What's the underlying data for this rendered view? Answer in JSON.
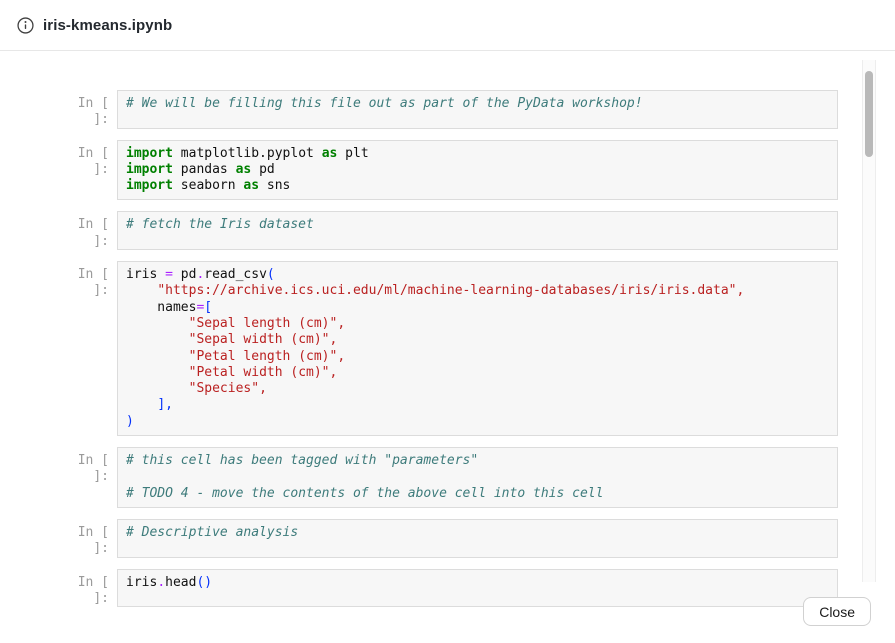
{
  "header": {
    "title": "iris-kmeans.ipynb",
    "icon": "info-icon"
  },
  "footer": {
    "close_label": "Close"
  },
  "colors": {
    "keyword": "#008000",
    "string": "#BA2121",
    "comment": "#3D7B7B",
    "operator": "#AA22FF",
    "bracket": "#0431FA",
    "plain": "#111111",
    "prompt": "#9B9B9B",
    "cell_bg": "#F7F7F7",
    "cell_border": "#DCDCDC"
  },
  "notebook": {
    "prompt": "In [ ]:",
    "cells": [
      {
        "lines": [
          [
            {
              "c": "c",
              "t": "# We will be filling this file out as part of the PyData workshop!"
            }
          ]
        ]
      },
      {
        "lines": [
          [
            {
              "c": "k",
              "t": "import"
            },
            {
              "c": "p",
              "t": " matplotlib.pyplot "
            },
            {
              "c": "k",
              "t": "as"
            },
            {
              "c": "p",
              "t": " plt"
            }
          ],
          [
            {
              "c": "k",
              "t": "import"
            },
            {
              "c": "p",
              "t": " pandas "
            },
            {
              "c": "k",
              "t": "as"
            },
            {
              "c": "p",
              "t": " pd"
            }
          ],
          [
            {
              "c": "k",
              "t": "import"
            },
            {
              "c": "p",
              "t": " seaborn "
            },
            {
              "c": "k",
              "t": "as"
            },
            {
              "c": "p",
              "t": " sns"
            }
          ]
        ]
      },
      {
        "lines": [
          [
            {
              "c": "c",
              "t": "# fetch the Iris dataset"
            }
          ]
        ]
      },
      {
        "lines": [
          [
            {
              "c": "p",
              "t": "iris "
            },
            {
              "c": "o",
              "t": "="
            },
            {
              "c": "p",
              "t": " pd"
            },
            {
              "c": "o",
              "t": "."
            },
            {
              "c": "p",
              "t": "read_csv"
            },
            {
              "c": "b",
              "t": "("
            }
          ],
          [
            {
              "c": "p",
              "t": "    "
            },
            {
              "c": "s",
              "t": "\"https://archive.ics.uci.edu/ml/machine-learning-databases/iris/iris.data\","
            }
          ],
          [
            {
              "c": "p",
              "t": "    names"
            },
            {
              "c": "o",
              "t": "="
            },
            {
              "c": "b",
              "t": "["
            }
          ],
          [
            {
              "c": "p",
              "t": "        "
            },
            {
              "c": "s",
              "t": "\"Sepal length (cm)\","
            }
          ],
          [
            {
              "c": "p",
              "t": "        "
            },
            {
              "c": "s",
              "t": "\"Sepal width (cm)\","
            }
          ],
          [
            {
              "c": "p",
              "t": "        "
            },
            {
              "c": "s",
              "t": "\"Petal length (cm)\","
            }
          ],
          [
            {
              "c": "p",
              "t": "        "
            },
            {
              "c": "s",
              "t": "\"Petal width (cm)\","
            }
          ],
          [
            {
              "c": "p",
              "t": "        "
            },
            {
              "c": "s",
              "t": "\"Species\","
            }
          ],
          [
            {
              "c": "p",
              "t": "    "
            },
            {
              "c": "b",
              "t": "],"
            }
          ],
          [
            {
              "c": "b",
              "t": ")"
            }
          ]
        ]
      },
      {
        "lines": [
          [
            {
              "c": "c",
              "t": "# this cell has been tagged with \"parameters\""
            }
          ],
          [],
          [
            {
              "c": "c",
              "t": "# TODO 4 - move the contents of the above cell into this cell"
            }
          ]
        ]
      },
      {
        "lines": [
          [
            {
              "c": "c",
              "t": "# Descriptive analysis"
            }
          ]
        ]
      },
      {
        "lines": [
          [
            {
              "c": "p",
              "t": "iris"
            },
            {
              "c": "o",
              "t": "."
            },
            {
              "c": "p",
              "t": "head"
            },
            {
              "c": "b",
              "t": "()"
            }
          ]
        ]
      }
    ]
  }
}
